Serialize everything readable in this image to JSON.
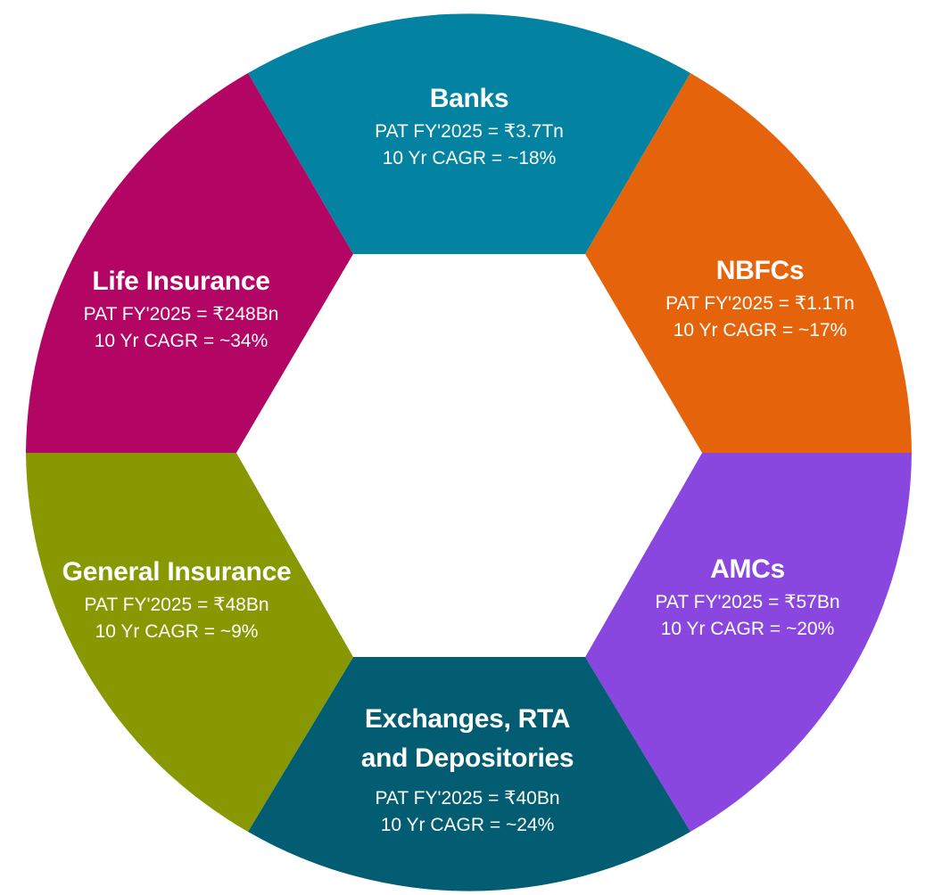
{
  "colors": {
    "banks": "#0383a1",
    "nbfcs": "#e5640b",
    "amcs": "#8947e0",
    "exchanges": "#025d72",
    "general_insurance": "#889802",
    "life_insurance": "#b30563",
    "text": "#ffffff",
    "background": "#ffffff"
  },
  "segments": {
    "banks": {
      "title": "Banks",
      "pat": "PAT FY'2025 = ₹3.7Tn",
      "cagr": "10 Yr CAGR = ~18%"
    },
    "nbfcs": {
      "title": "NBFCs",
      "pat": "PAT FY'2025 = ₹1.1Tn",
      "cagr": "10 Yr CAGR = ~17%"
    },
    "amcs": {
      "title": "AMCs",
      "pat": "PAT FY'2025 = ₹57Bn",
      "cagr": "10 Yr CAGR = ~20%"
    },
    "exchanges": {
      "title_line1": "Exchanges, RTA",
      "title_line2": "and Depositories",
      "pat": "PAT FY'2025 = ₹40Bn",
      "cagr": "10 Yr CAGR = ~24%"
    },
    "general_insurance": {
      "title": "General Insurance",
      "pat": "PAT FY'2025 = ₹48Bn",
      "cagr": "10 Yr CAGR = ~9%"
    },
    "life_insurance": {
      "title": "Life Insurance",
      "pat": "PAT FY'2025 = ₹248Bn",
      "cagr": "10 Yr CAGR = ~34%"
    }
  }
}
